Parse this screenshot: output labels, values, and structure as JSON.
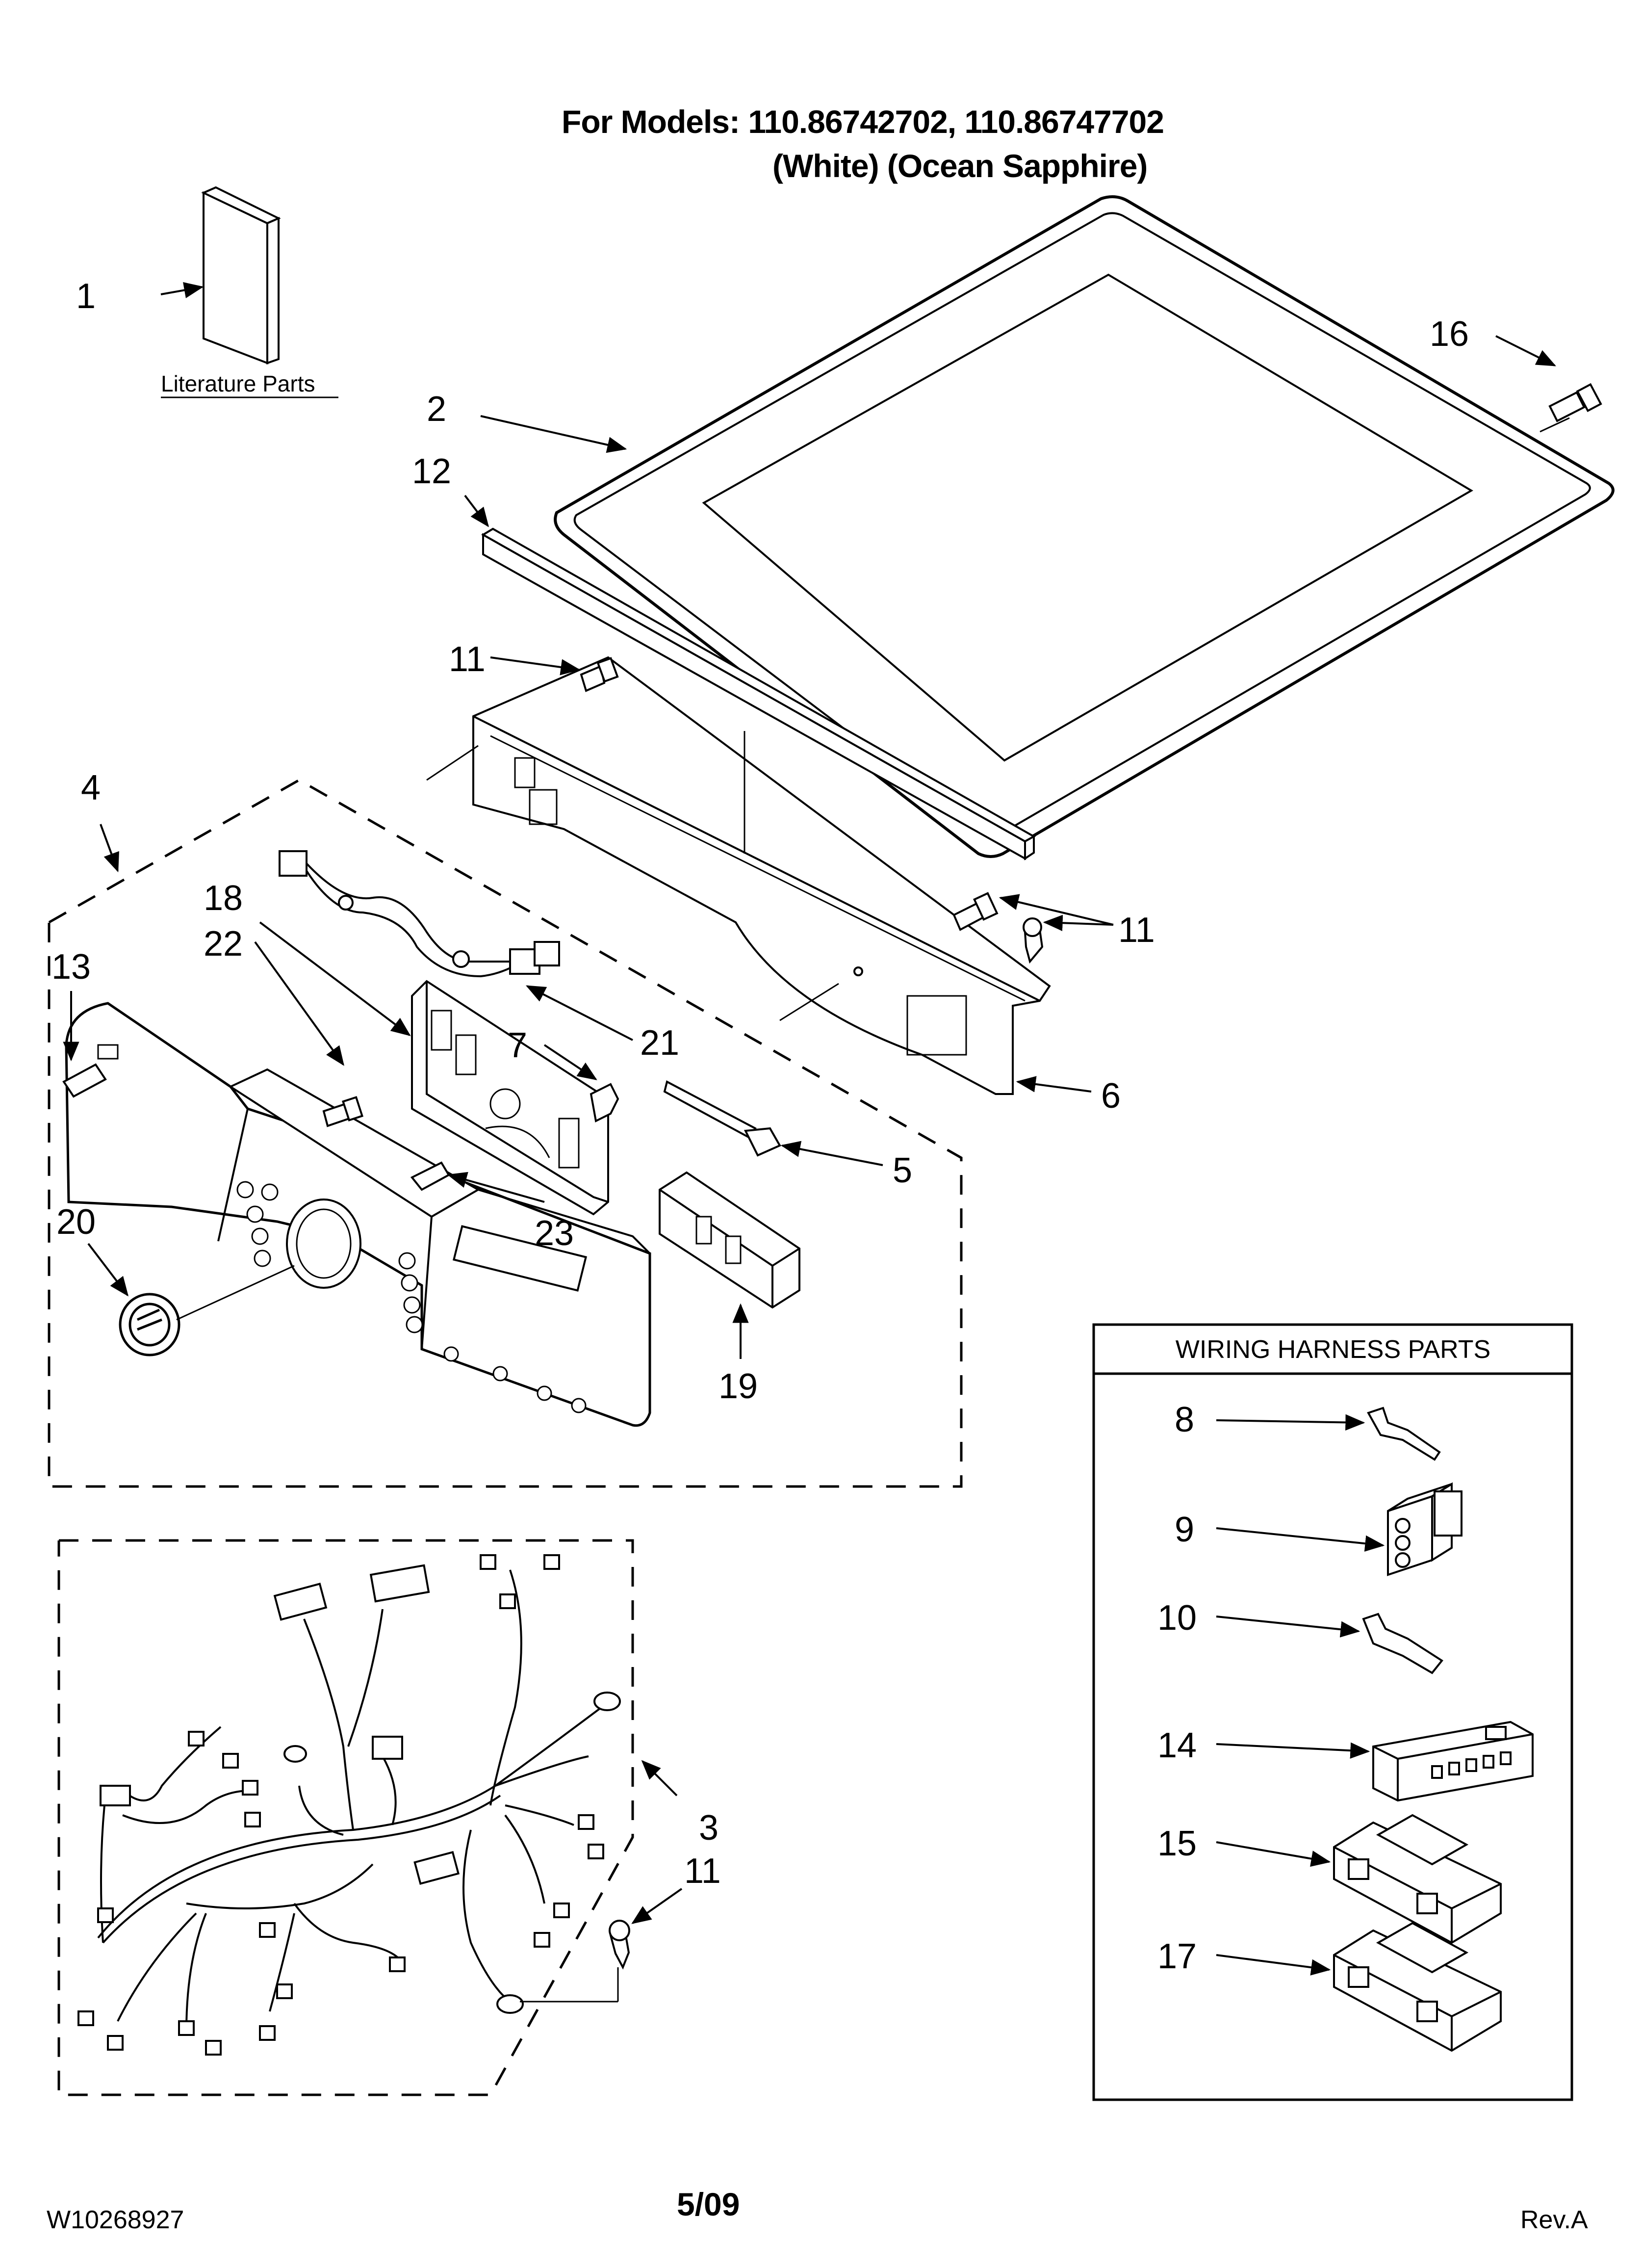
{
  "header": {
    "models_line": "For Models: 110.86742702, 110.86747702",
    "colors_line": "(White)    (Ocean Sapphire)"
  },
  "literature": {
    "label": "Literature Parts"
  },
  "wiring_box": {
    "title": "WIRING HARNESS PARTS"
  },
  "callouts": {
    "c1": "1",
    "c2": "2",
    "c3": "3",
    "c4": "4",
    "c5": "5",
    "c6": "6",
    "c7": "7",
    "c8": "8",
    "c9": "9",
    "c10": "10",
    "c11a": "11",
    "c11b": "11",
    "c11c": "11",
    "c12": "12",
    "c13": "13",
    "c14": "14",
    "c15": "15",
    "c16": "16",
    "c17": "17",
    "c18": "18",
    "c19": "19",
    "c20": "20",
    "c21": "21",
    "c22": "22",
    "c23": "23"
  },
  "footer": {
    "doc_number": "W10268927",
    "date": "5/09",
    "revision": "Rev.A"
  }
}
